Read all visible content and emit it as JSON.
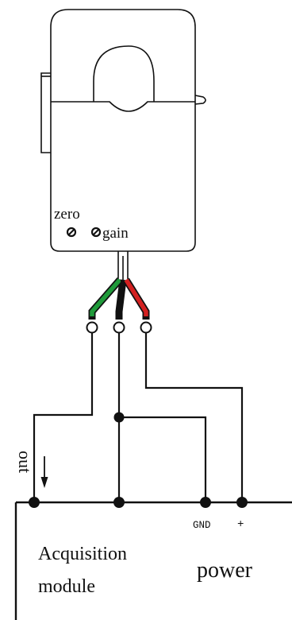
{
  "sensor": {
    "zero_label": "zero",
    "gain_label": "gain"
  },
  "module": {
    "acquisition_line1": "Acquisition",
    "acquisition_line2": "module",
    "power_label": "power",
    "gnd_label": "GND",
    "plus_label": "+",
    "out_label": "out"
  },
  "colors": {
    "line": "#111111",
    "wire_green": "#1f9a3a",
    "wire_black": "#111111",
    "wire_red": "#d32020"
  }
}
